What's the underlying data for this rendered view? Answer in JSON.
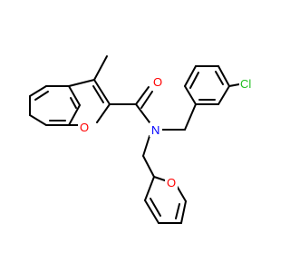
{
  "molecule": {
    "atoms": {
      "carbonyl_oxygen": "O",
      "amide_nitrogen": "N",
      "chlorine": "Cl",
      "benzofuran_oxygen": "O",
      "furan_oxygen": "O"
    },
    "colors": {
      "bond": "#000000",
      "oxygen": "#ff0000",
      "nitrogen": "#0000ff",
      "chlorine": "#1fbf1f"
    }
  }
}
